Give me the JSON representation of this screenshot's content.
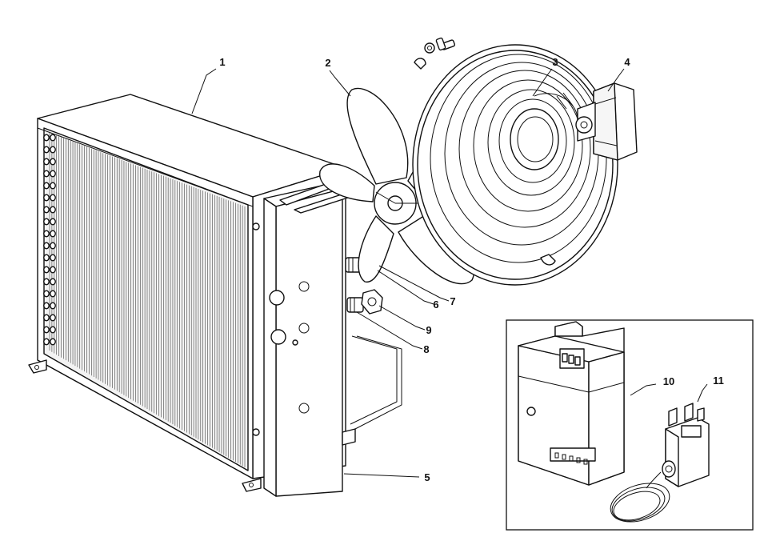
{
  "callouts": [
    {
      "id": "1",
      "part": "condenser-coil"
    },
    {
      "id": "2",
      "part": "fan-blade"
    },
    {
      "id": "3",
      "part": "fan-guard"
    },
    {
      "id": "4",
      "part": "fan-motor"
    },
    {
      "id": "5",
      "part": "side-bracket"
    },
    {
      "id": "6",
      "part": "upper-fitting"
    },
    {
      "id": "7",
      "part": "upper-nut"
    },
    {
      "id": "8",
      "part": "lower-fitting"
    },
    {
      "id": "9",
      "part": "lower-nut"
    },
    {
      "id": "10",
      "part": "control-module"
    },
    {
      "id": "11",
      "part": "thermostat"
    }
  ]
}
